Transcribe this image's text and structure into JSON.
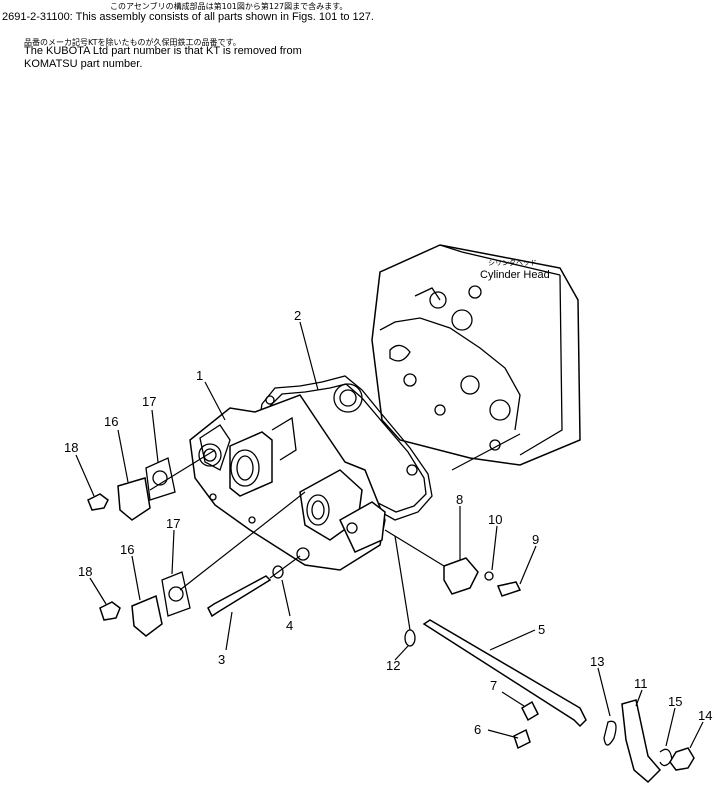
{
  "header": {
    "line1_jp": "このアセンブリの構成部品は第101図から第127図まで含みます。",
    "line1": "2691-2-31100: This assembly consists of all parts shown in Figs. 101 to 127.",
    "line2_jp": "品番のメーカ記号KTを除いたものが久保田鉄工の品番です。",
    "line3": "The KUBOTA Ltd part number is that KT is removed from",
    "line4": "KOMATSU part number."
  },
  "diagram": {
    "cylinder_head_jp": "シリンダヘッド",
    "cylinder_head": "Cylinder Head",
    "callouts": [
      "1",
      "2",
      "3",
      "4",
      "5",
      "6",
      "7",
      "8",
      "9",
      "10",
      "11",
      "12",
      "13",
      "14",
      "15",
      "16",
      "16",
      "17",
      "17",
      "18",
      "18"
    ]
  }
}
